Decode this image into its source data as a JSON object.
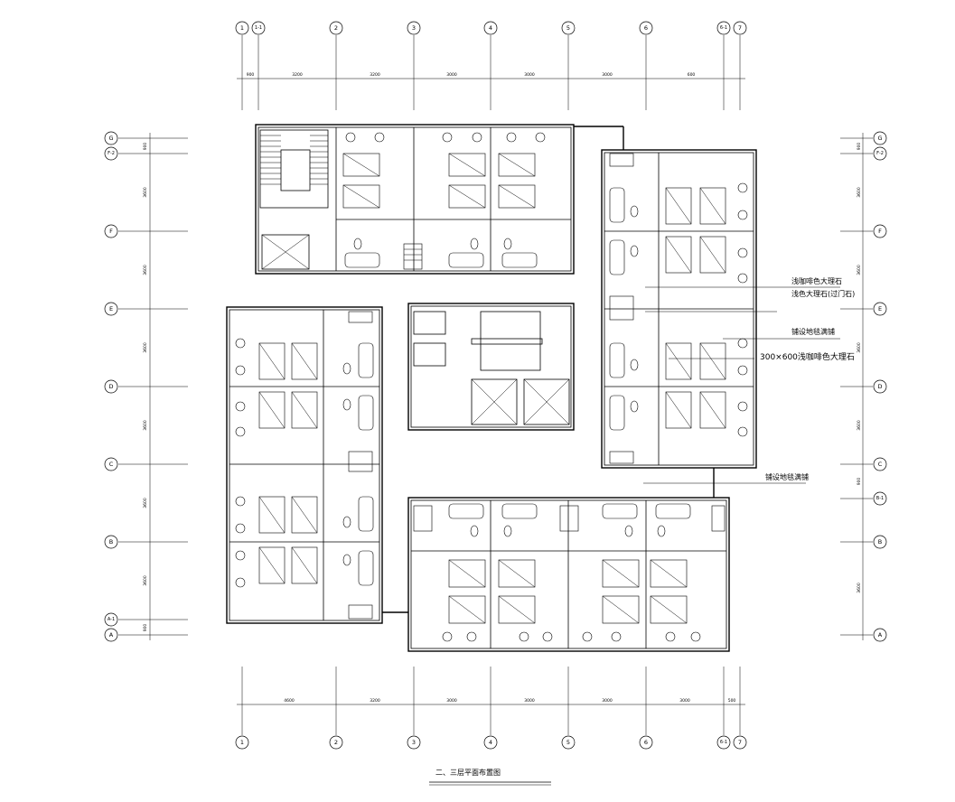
{
  "title": "二、三层平面布置图",
  "axes": {
    "vertical": [
      "1",
      "1-1",
      "2",
      "3",
      "4",
      "5",
      "6",
      "6-1",
      "7"
    ],
    "horizontal": [
      "G",
      "F-2",
      "F",
      "E",
      "D",
      "C",
      "B-1",
      "B",
      "A-1",
      "A"
    ]
  },
  "dimensions": {
    "top": [
      "900",
      "3200",
      "3200",
      "3000",
      "3000",
      "3000",
      "600"
    ],
    "bottom": [
      "4600",
      "3200",
      "3000",
      "3000",
      "3000",
      "3000",
      "500"
    ],
    "left": [
      "900",
      "3600",
      "3600",
      "3600",
      "3600",
      "3600",
      "900"
    ],
    "right": [
      "900",
      "3600",
      "3600",
      "3600",
      "3600",
      "900",
      "3600"
    ]
  },
  "annotations": [
    "浅咖啡色大理石",
    "浅色大理石(过门石)",
    "铺设地毯满铺",
    "300×600浅咖啡色大理石",
    "铺设地毯满铺"
  ],
  "icons": {
    "bed": "double-bed-icon",
    "wc": "toilet-icon",
    "tub": "bathtub-icon",
    "chair": "armchair-icon"
  }
}
